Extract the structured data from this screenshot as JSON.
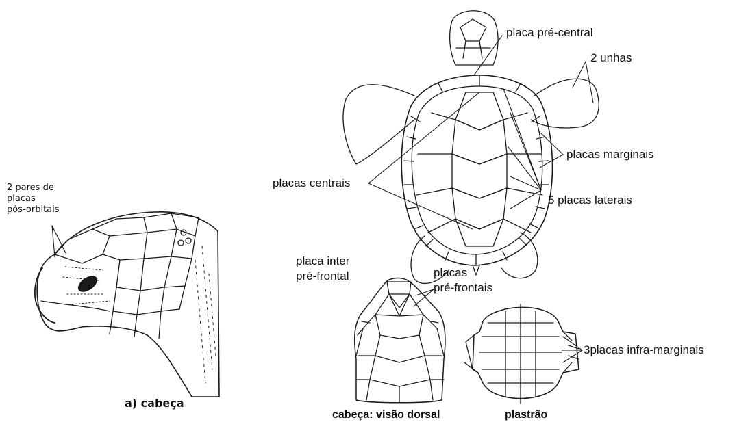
{
  "labels": {
    "head_side_annotation": [
      "2 pares de",
      "placas",
      "pós-orbitais"
    ],
    "head_side_caption": "a) cabeça",
    "precentral": "placa pré-central",
    "claws": "2 unhas",
    "marginal": "placas marginais",
    "central": "placas centrais",
    "lateral": "5 placas laterais",
    "interprefrontal": [
      "placa inter",
      "pré-frontal"
    ],
    "prefrontal": [
      "placas",
      "pré-frontais"
    ],
    "inframarginal": "3placas infra-marginais",
    "dorsal_caption": "cabeça: visão dorsal",
    "plastron_caption": "plastrão"
  },
  "colors": {
    "line": "#1a1a1a",
    "text": "#111111",
    "background": "#ffffff"
  }
}
